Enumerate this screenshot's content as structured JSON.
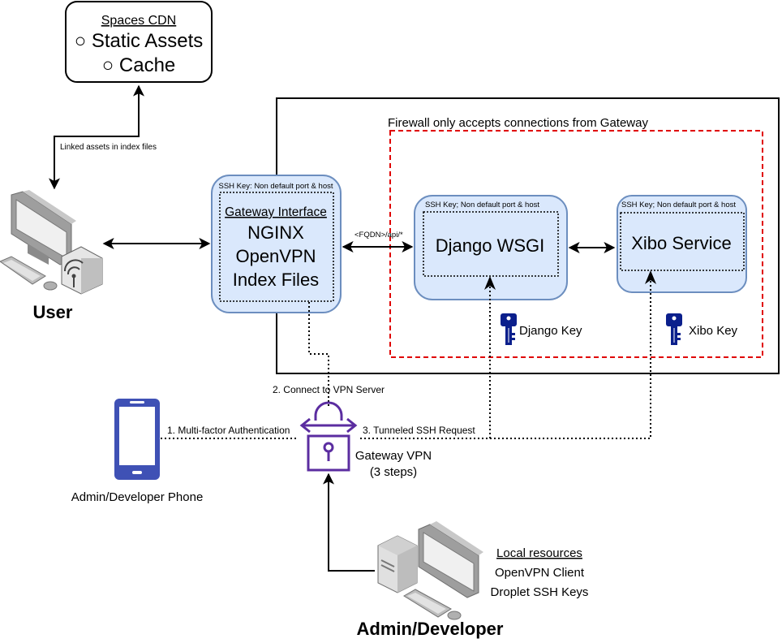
{
  "cdn": {
    "title": "Spaces CDN",
    "items": [
      "○ Static Assets",
      "○ Cache"
    ]
  },
  "cdn_link_label": "Linked assets in index files",
  "user": {
    "label": "User"
  },
  "firewall": {
    "label": "Firewall only accepts connections from Gateway"
  },
  "gateway": {
    "ssh_note": "SSH Key: Non default port & host",
    "title": "Gateway Interface",
    "lines": [
      "NGINX",
      "OpenVPN",
      "Index Files"
    ]
  },
  "api_label": "<FQDN>/api/*",
  "django": {
    "ssh_note": "SSH Key; Non default port & host",
    "title": "Django WSGI",
    "key_label": "Django Key"
  },
  "xibo": {
    "ssh_note": "SSH Key; Non default port & host",
    "title": "Xibo Service",
    "key_label": "Xibo Key"
  },
  "steps": {
    "mfa": "1. Multi-factor Authentication",
    "connect": "2. Connect to VPN Server",
    "tunnel": "3. Tunneled SSH Request"
  },
  "vpn": {
    "label": "Gateway VPN",
    "sublabel": "(3 steps)"
  },
  "phone": {
    "label": "Admin/Developer Phone"
  },
  "admin": {
    "label": "Admin/Developer"
  },
  "local": {
    "title": "Local resources",
    "items": [
      "OpenVPN Client",
      "Droplet SSH Keys"
    ]
  },
  "colors": {
    "node_fill": "#dae8fc",
    "node_stroke": "#6c8ebf",
    "firewall_dash": "#e00000",
    "lock": "#5b2da0",
    "key": "#0b1f8c",
    "phone": "#3f51b5"
  }
}
